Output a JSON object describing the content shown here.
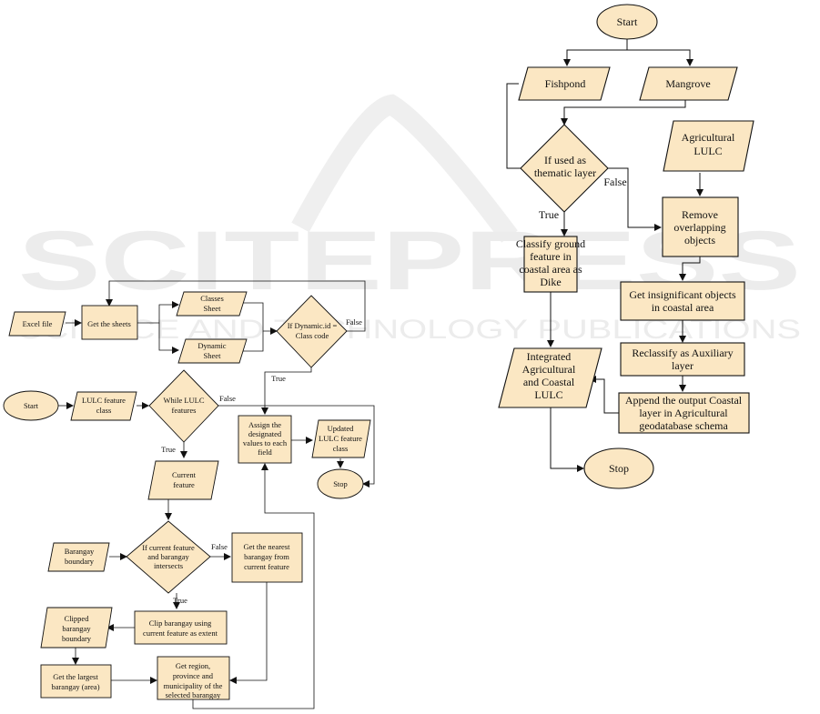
{
  "watermark": {
    "title": "SCITEPRESS",
    "subtitle": "SCIENCE AND TECHNOLOGY PUBLICATIONS"
  },
  "left_flow": {
    "excel_file": "Excel file",
    "get_sheets": "Get the sheets",
    "classes_sheet": [
      "Classes",
      "Sheet"
    ],
    "dynamic_sheet": [
      "Dynamic",
      "Sheet"
    ],
    "dyn_decision": [
      "If Dynamic.id =",
      "Class code"
    ],
    "dyn_false": "False",
    "dyn_true": "True",
    "start": "Start",
    "lulc_class": [
      "LULC feature",
      "class"
    ],
    "while_decision": [
      "While LULC",
      "features"
    ],
    "while_false": "False",
    "while_true": "True",
    "assign": [
      "Assign the",
      "designated",
      "values to each",
      "field"
    ],
    "updated": [
      "Updated",
      "LULC feature",
      "class"
    ],
    "stop": "Stop",
    "current_feature": [
      "Current",
      "feature"
    ],
    "barangay_boundary": [
      "Barangay",
      "boundary"
    ],
    "intersect_decision": [
      "If current feature",
      "and barangay",
      "intersects"
    ],
    "intersect_false": "False",
    "intersect_true": "True",
    "nearest": [
      "Get the nearest",
      "barangay from",
      "current feature"
    ],
    "clip": [
      "Clip barangay using",
      "current feature as extent"
    ],
    "clipped": [
      "Clipped",
      "barangay",
      "boundary"
    ],
    "largest": [
      "Get the largest",
      "barangay (area)"
    ],
    "region": [
      "Get region,",
      "province and",
      "municipality of the",
      "selected barangay"
    ]
  },
  "right_flow": {
    "start": "Start",
    "fishpond": "Fishpond",
    "mangrove": "Mangrove",
    "thematic_decision": [
      "If used as",
      "thematic layer"
    ],
    "false_label": "False",
    "true_label": "True",
    "agricultural": [
      "Agricultural",
      "LULC"
    ],
    "remove": [
      "Remove",
      "overlapping",
      "objects"
    ],
    "classify": [
      "Classify ground",
      "feature in",
      "coastal area as",
      "Dike"
    ],
    "insignificant": [
      "Get insignificant objects",
      "in coastal area"
    ],
    "reclassify": [
      "Reclassify as Auxiliary",
      "layer"
    ],
    "append": [
      "Append the output Coastal",
      "layer in Agricultural",
      "geodatabase schema"
    ],
    "integrated": [
      "Integrated",
      "Agricultural",
      "and Coastal",
      "LULC"
    ],
    "stop": "Stop"
  },
  "colors": {
    "fill": "#fbe7c3",
    "stroke": "#111111",
    "watermark": "#ececec"
  }
}
